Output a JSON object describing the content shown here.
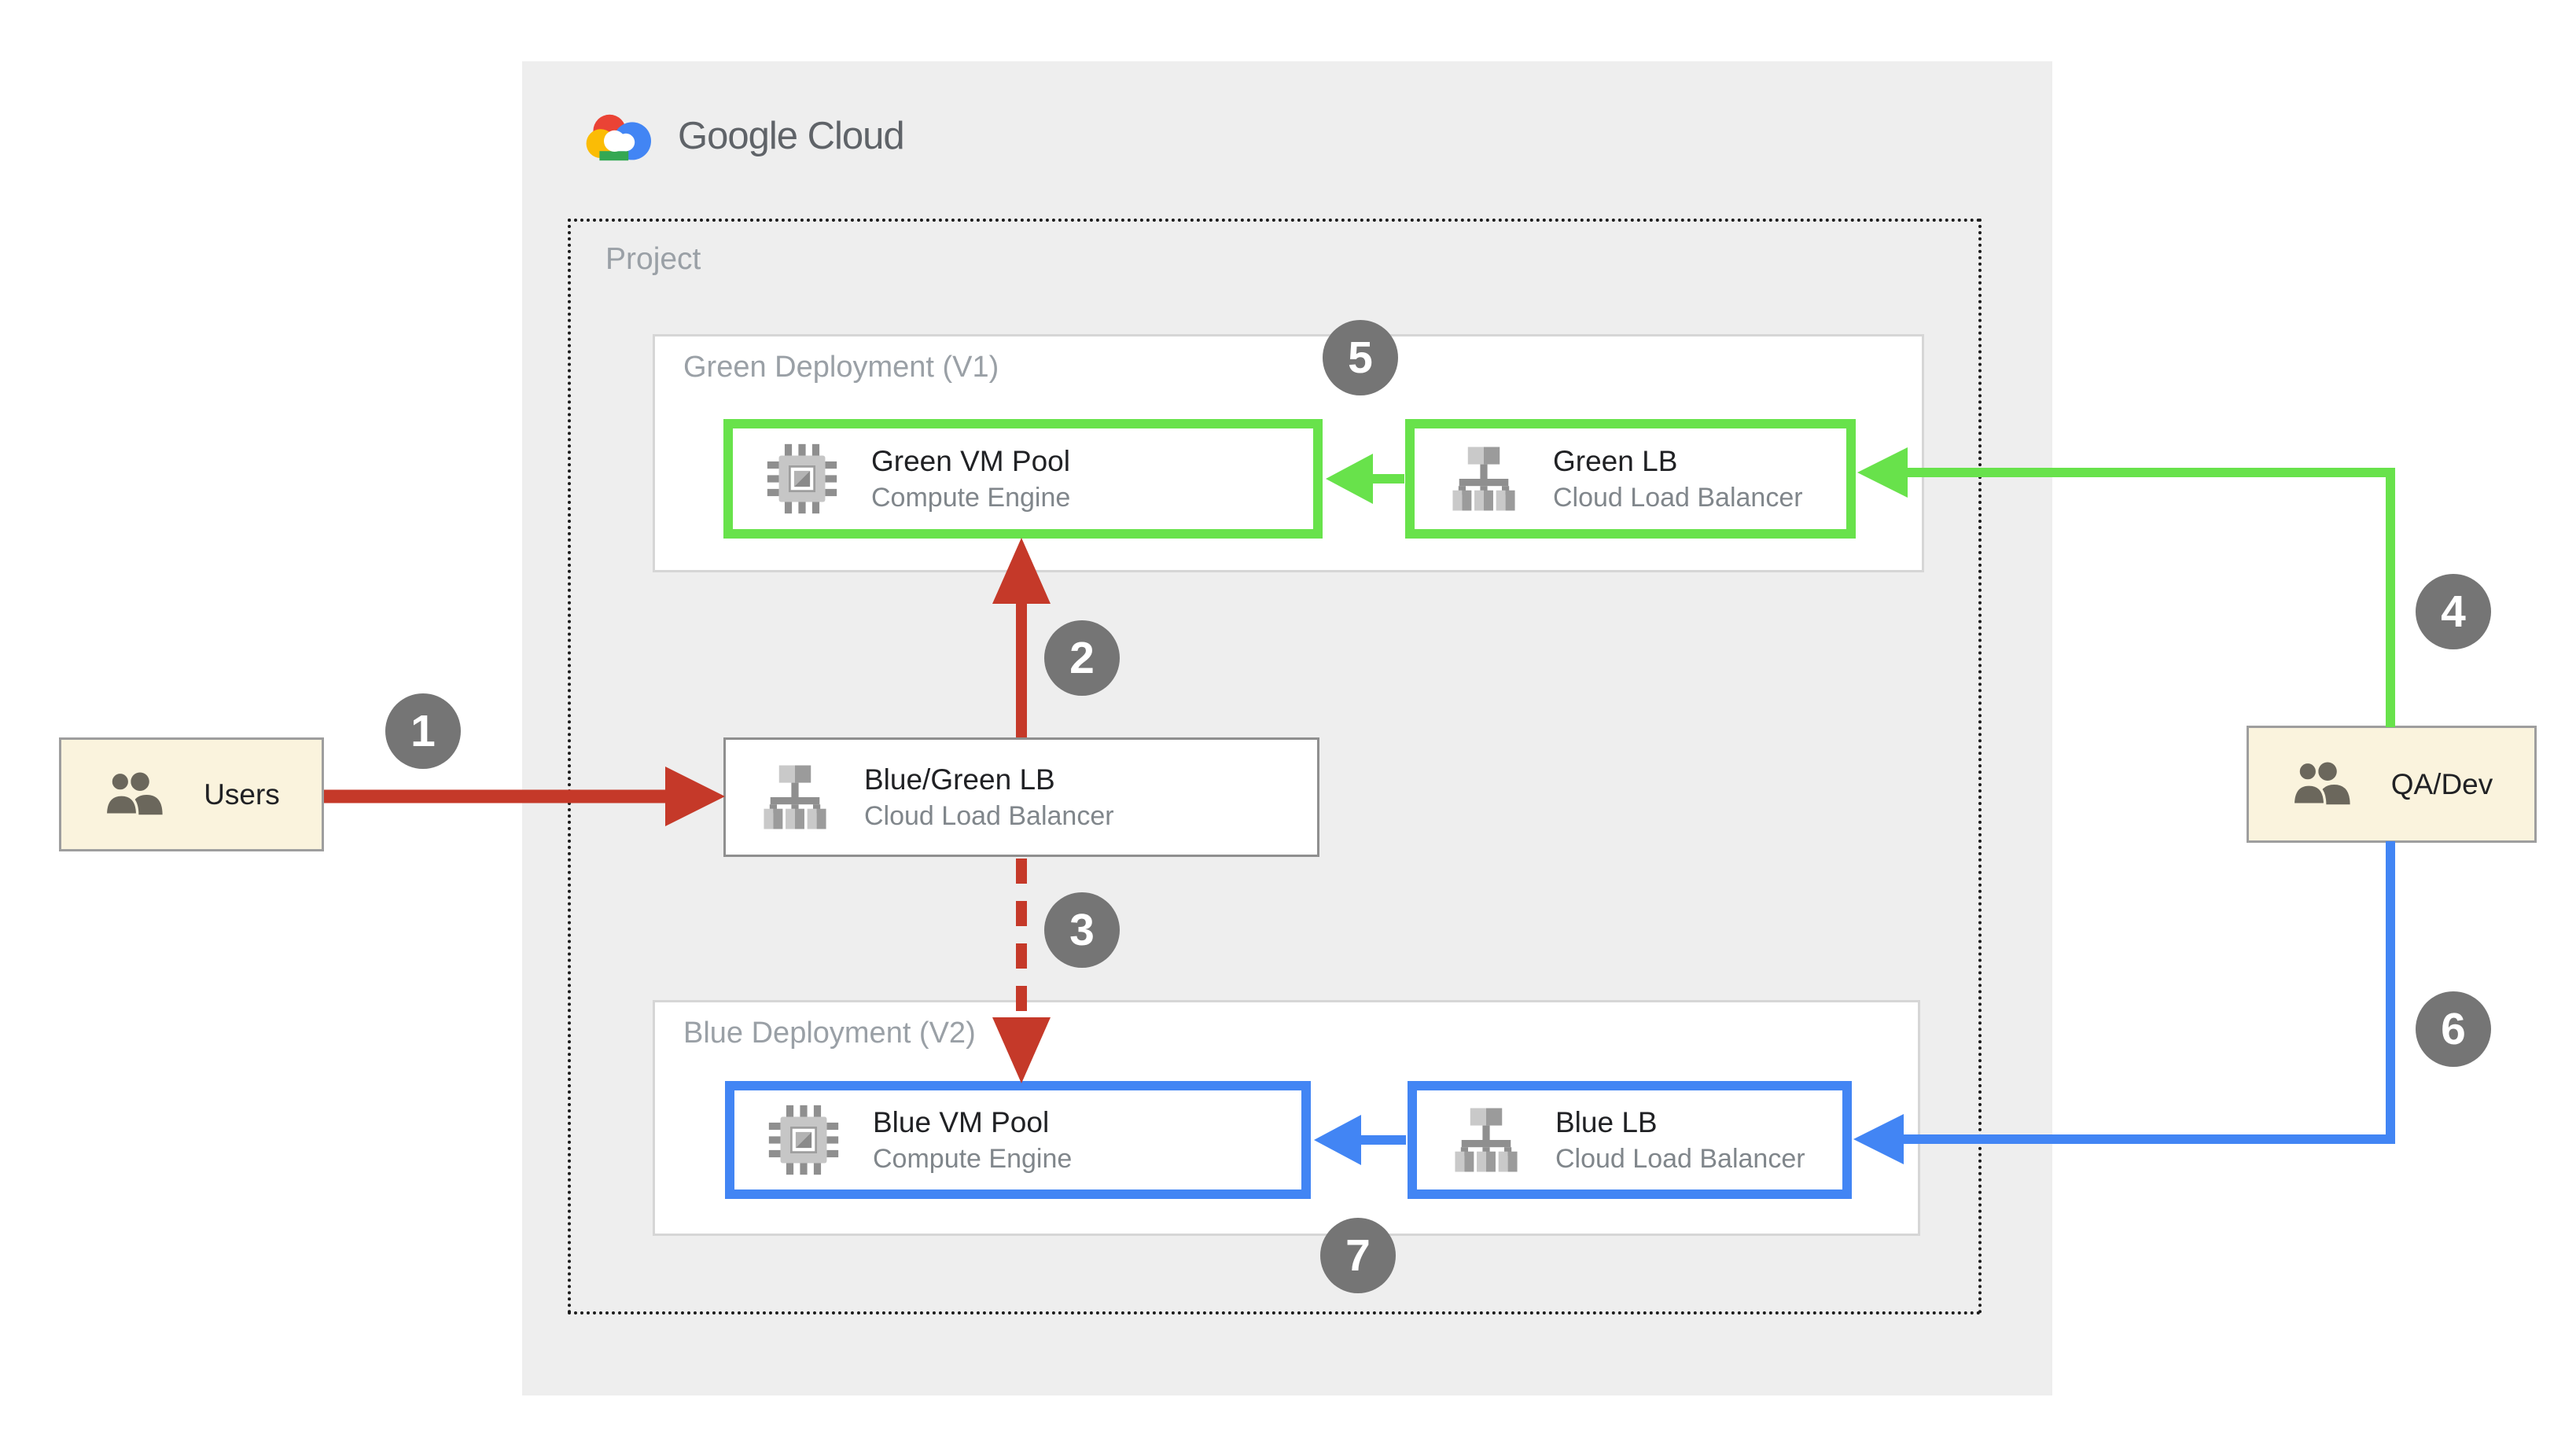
{
  "logo": {
    "label": "Google Cloud"
  },
  "project": {
    "label": "Project"
  },
  "groups": {
    "green": {
      "label": "Green Deployment (V1)"
    },
    "blue": {
      "label": "Blue Deployment (V2)"
    }
  },
  "cards": {
    "green_vm": {
      "title": "Green VM Pool",
      "subtitle": "Compute Engine",
      "icon": "compute-engine-icon"
    },
    "green_lb": {
      "title": "Green LB",
      "subtitle": "Cloud Load Balancer",
      "icon": "load-balancer-icon"
    },
    "bluegreen_lb": {
      "title": "Blue/Green LB",
      "subtitle": "Cloud Load Balancer",
      "icon": "load-balancer-icon"
    },
    "blue_vm": {
      "title": "Blue VM Pool",
      "subtitle": "Compute Engine",
      "icon": "compute-engine-icon"
    },
    "blue_lb": {
      "title": "Blue LB",
      "subtitle": "Cloud Load Balancer",
      "icon": "load-balancer-icon"
    }
  },
  "actors": {
    "users": {
      "label": "Users",
      "icon": "people-icon"
    },
    "qa_dev": {
      "label": "QA/Dev",
      "icon": "people-icon"
    }
  },
  "badges": {
    "b1": "1",
    "b2": "2",
    "b3": "3",
    "b4": "4",
    "b5": "5",
    "b6": "6",
    "b7": "7"
  },
  "colors": {
    "green_accent": "#68e24b",
    "blue_accent": "#4285f4",
    "red_accent": "#c53929",
    "badge_gray": "#757575",
    "actor_cream": "#faf3dd",
    "panel_gray": "#eeeeee",
    "muted_text": "#9aa0a6",
    "title_text": "#202124",
    "subtitle_text": "#80868b"
  }
}
